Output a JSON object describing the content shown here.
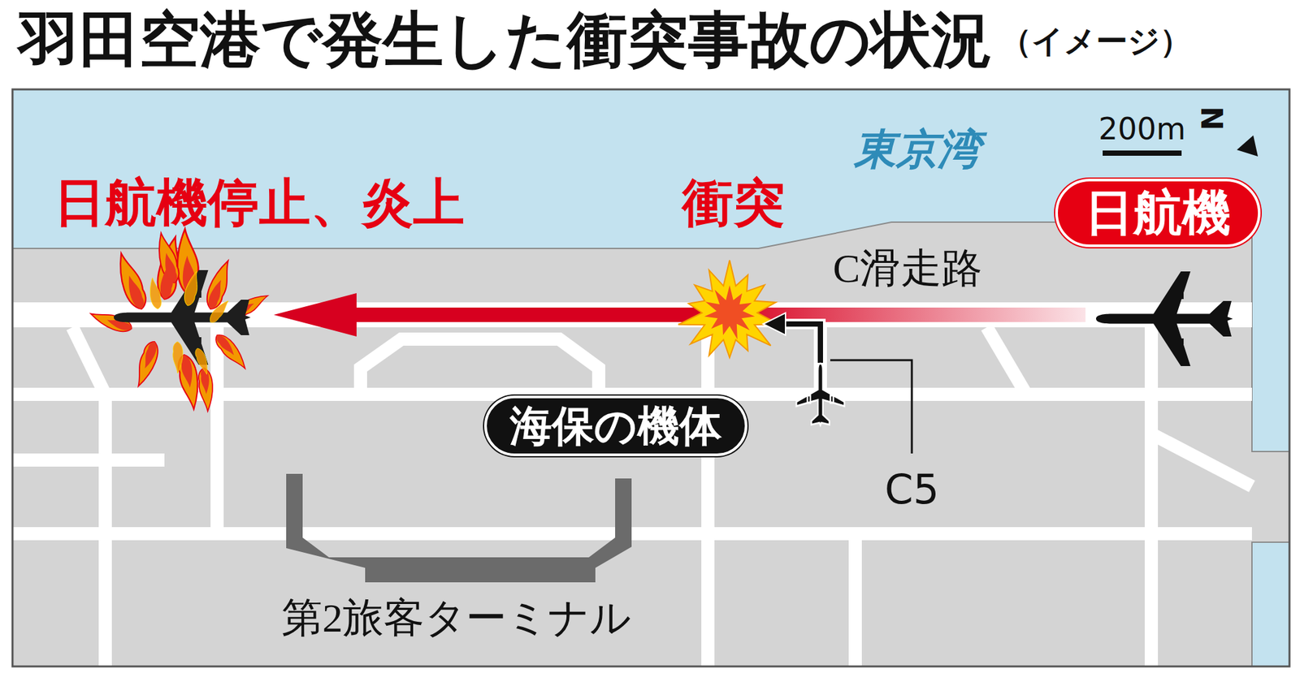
{
  "diagram": {
    "title": "羽田空港で発生した衝突事故の状況",
    "nodes": [
      {
        "text": [
          "日航機"
        ]
      },
      {
        "text": [
          "海保の機体"
        ]
      }
    ],
    "labels": [
      "（イメージ）",
      "東京湾",
      "200m",
      "N",
      "日航機停止、炎上",
      "衝突",
      "C滑走路",
      "C5",
      "第2旅客ターミナル"
    ]
  }
}
